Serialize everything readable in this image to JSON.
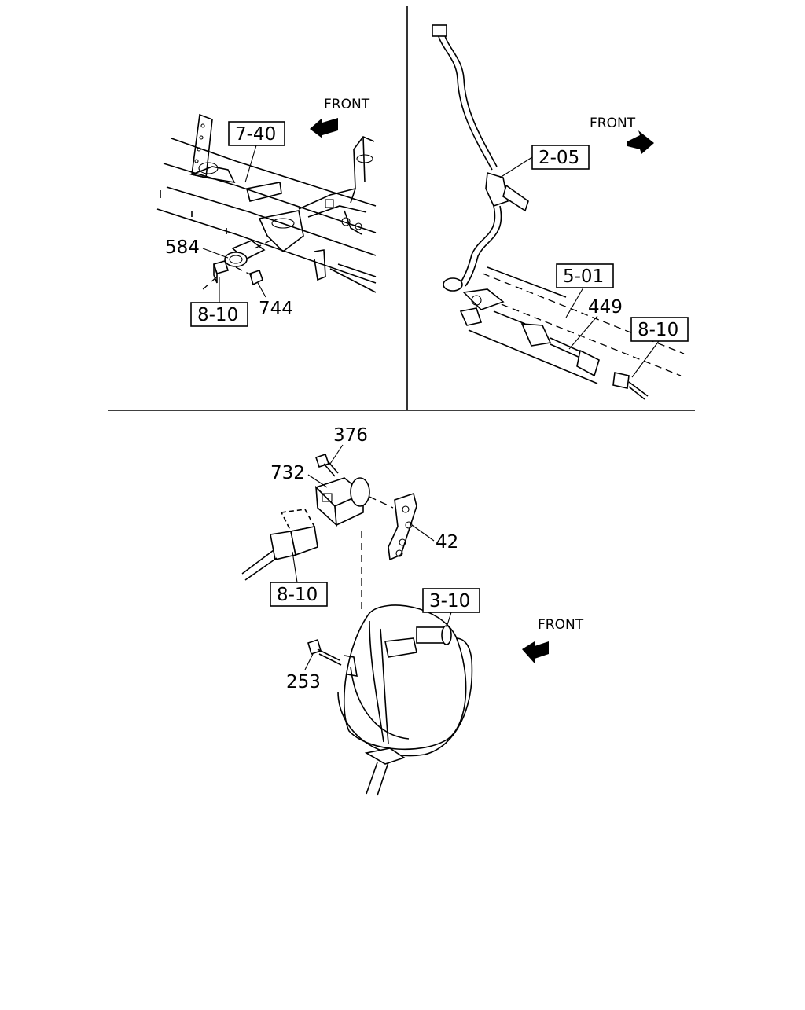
{
  "panels": {
    "top_left": {
      "front_label": "FRONT",
      "ref_box_frame": "7-40",
      "ref_box_harness": "8-10",
      "part_584": "584",
      "part_744": "744"
    },
    "top_right": {
      "front_label": "FRONT",
      "ref_box_pipe": "2-05",
      "ref_box_axle": "5-01",
      "ref_box_harness": "8-10",
      "part_449": "449"
    },
    "bottom": {
      "front_label": "FRONT",
      "ref_box_harness": "8-10",
      "ref_box_master": "3-10",
      "part_376": "376",
      "part_732": "732",
      "part_42": "42",
      "part_253": "253"
    }
  }
}
